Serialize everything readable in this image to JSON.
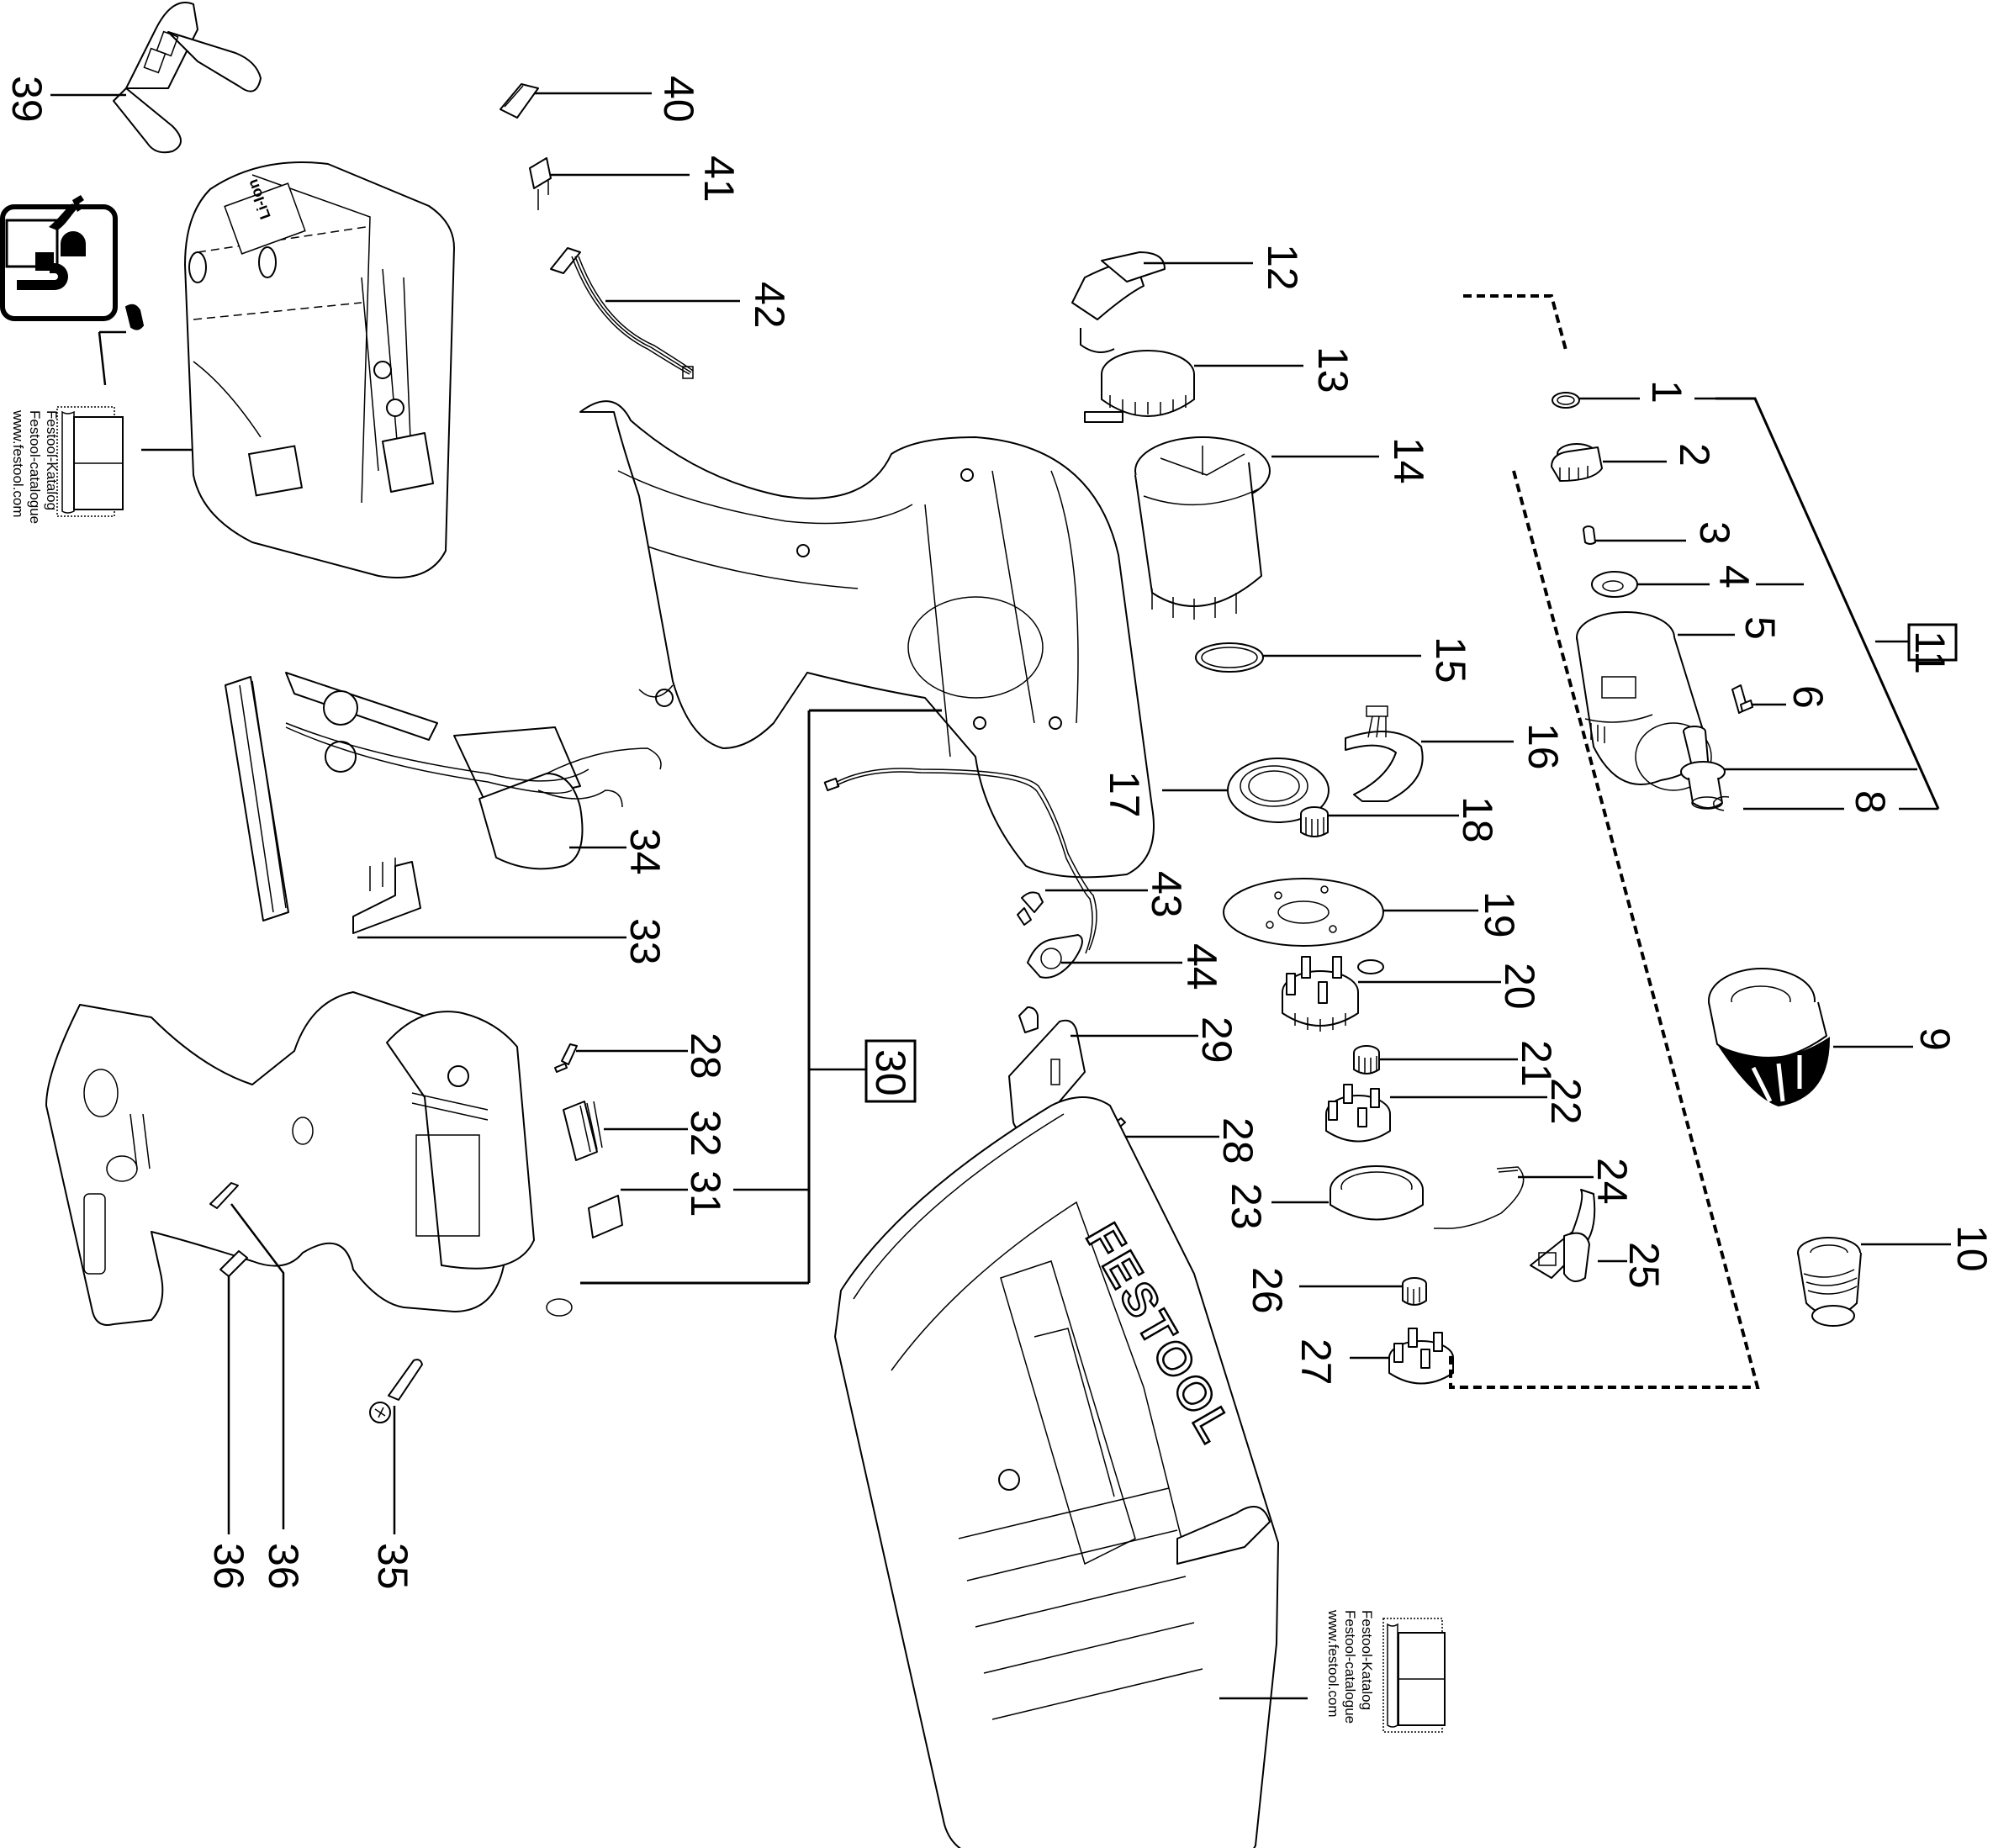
{
  "diagram": {
    "type": "exploded parts view",
    "colors": {
      "ink": "#000000",
      "paper": "#ffffff"
    },
    "callouts": {
      "c1": "1",
      "c2": "2",
      "c3": "3",
      "c4": "4",
      "c5": "5",
      "c6": "6",
      "c8": "8",
      "c9": "9",
      "c10": "10",
      "c11": "11",
      "c12": "12",
      "c13": "13",
      "c14": "14",
      "c15": "15",
      "c16": "16",
      "c17": "17",
      "c18": "18",
      "c19": "19",
      "c20": "20",
      "c21": "21",
      "c22": "22",
      "c23": "23",
      "c24": "24",
      "c25": "25",
      "c26": "26",
      "c27": "27",
      "c28a": "28",
      "c28b": "28",
      "c29": "29",
      "c30": "30",
      "c31": "31",
      "c32": "32",
      "c33": "33",
      "c34": "34",
      "c35": "35",
      "c36a": "36",
      "c36b": "36",
      "c39": "39",
      "c40": "40",
      "c41": "41",
      "c42": "42",
      "c43": "43",
      "c44": "44"
    },
    "boxed_callouts": [
      "11",
      "30"
    ],
    "brand_text": "FESTOOL",
    "battery_label": "Li-Ion",
    "catalog_top": {
      "line1": "Festool-Katalog",
      "line2": "Festool-catalogue",
      "line3": "www.festool.com"
    },
    "catalog_bottom": {
      "line1": "Festool-Katalog",
      "line2": "Festool-catalogue",
      "line3": "www.festool.com"
    },
    "icons": [
      "service-technician-icon",
      "catalog-book-icon"
    ]
  }
}
